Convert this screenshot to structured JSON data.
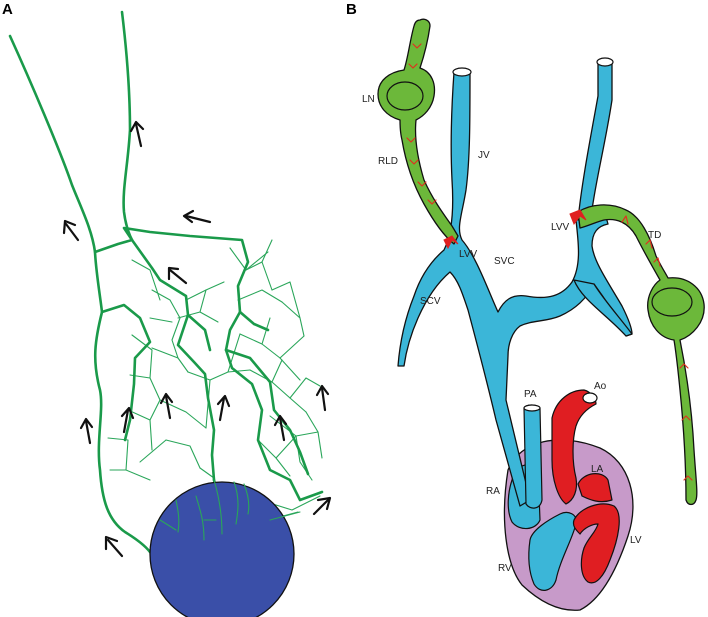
{
  "panels": {
    "a": {
      "letter": "A"
    },
    "b": {
      "letter": "B",
      "labels": {
        "ln": "LN",
        "rld": "RLD",
        "jv": "JV",
        "lvv_right": "LVV",
        "lvv_left": "LVV",
        "svc": "SVC",
        "td": "TD",
        "scv": "SCV",
        "pa": "PA",
        "ao": "Ao",
        "la": "LA",
        "ra": "RA",
        "lv": "LV",
        "rv": "RV"
      }
    }
  },
  "colors": {
    "lymphatic": "#1a9a4a",
    "tumor": "#3a4fa8",
    "vein": "#3bb6d8",
    "lymph_duct": "#6cb83a",
    "artery": "#e01e22",
    "heart": "#c79ac9",
    "valve": "#e03020"
  }
}
